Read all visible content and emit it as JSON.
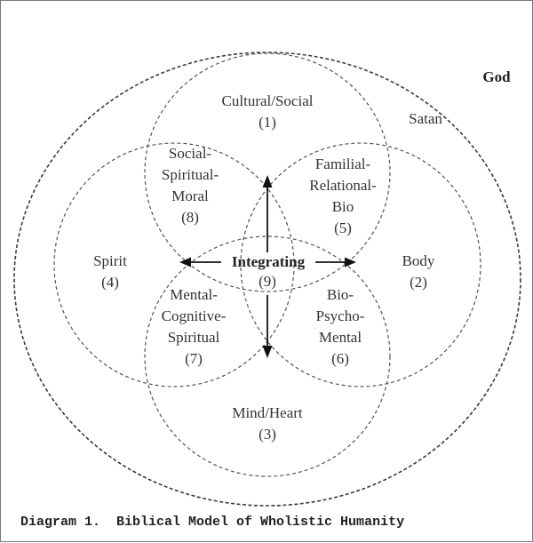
{
  "labels": {
    "god": "God",
    "satan": "Satan",
    "cultural_social": {
      "name": "Cultural/Social",
      "num": "(1)"
    },
    "body": {
      "name": "Body",
      "num": "(2)"
    },
    "mind_heart": {
      "name": "Mind/Heart",
      "num": "(3)"
    },
    "spirit": {
      "name": "Spirit",
      "num": "(4)"
    },
    "familial": {
      "line1": "Familial-",
      "line2": "Relational-",
      "line3": "Bio",
      "num": "(5)"
    },
    "bio_psycho": {
      "line1": "Bio-",
      "line2": "Psycho-",
      "line3": "Mental",
      "num": "(6)"
    },
    "mental_cognitive": {
      "line1": "Mental-",
      "line2": "Cognitive-",
      "line3": "Spiritual",
      "num": "(7)"
    },
    "social_spiritual": {
      "line1": "Social-",
      "line2": "Spiritual-",
      "line3": "Moral",
      "num": "(8)"
    },
    "integrating": {
      "name": "Integrating",
      "num": "(9)"
    }
  },
  "caption": "Diagram 1.  Biblical Model of Wholistic Humanity"
}
